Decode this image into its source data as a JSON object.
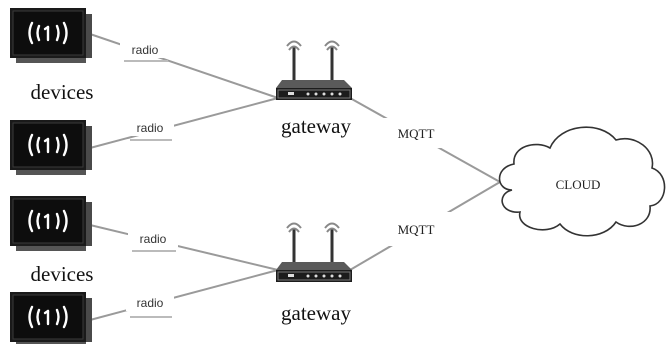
{
  "groups": [
    {
      "group_label": "devices",
      "gateway_label": "gateway",
      "link_labels": [
        "radio",
        "radio"
      ],
      "uplink_label": "MQTT"
    },
    {
      "group_label": "devices",
      "gateway_label": "gateway",
      "link_labels": [
        "radio",
        "radio"
      ],
      "uplink_label": "MQTT"
    }
  ],
  "cloud_label": "CLOUD",
  "icons": {
    "device": "wireless-device-icon",
    "gateway": "router-gateway-icon",
    "cloud": "cloud-icon"
  }
}
